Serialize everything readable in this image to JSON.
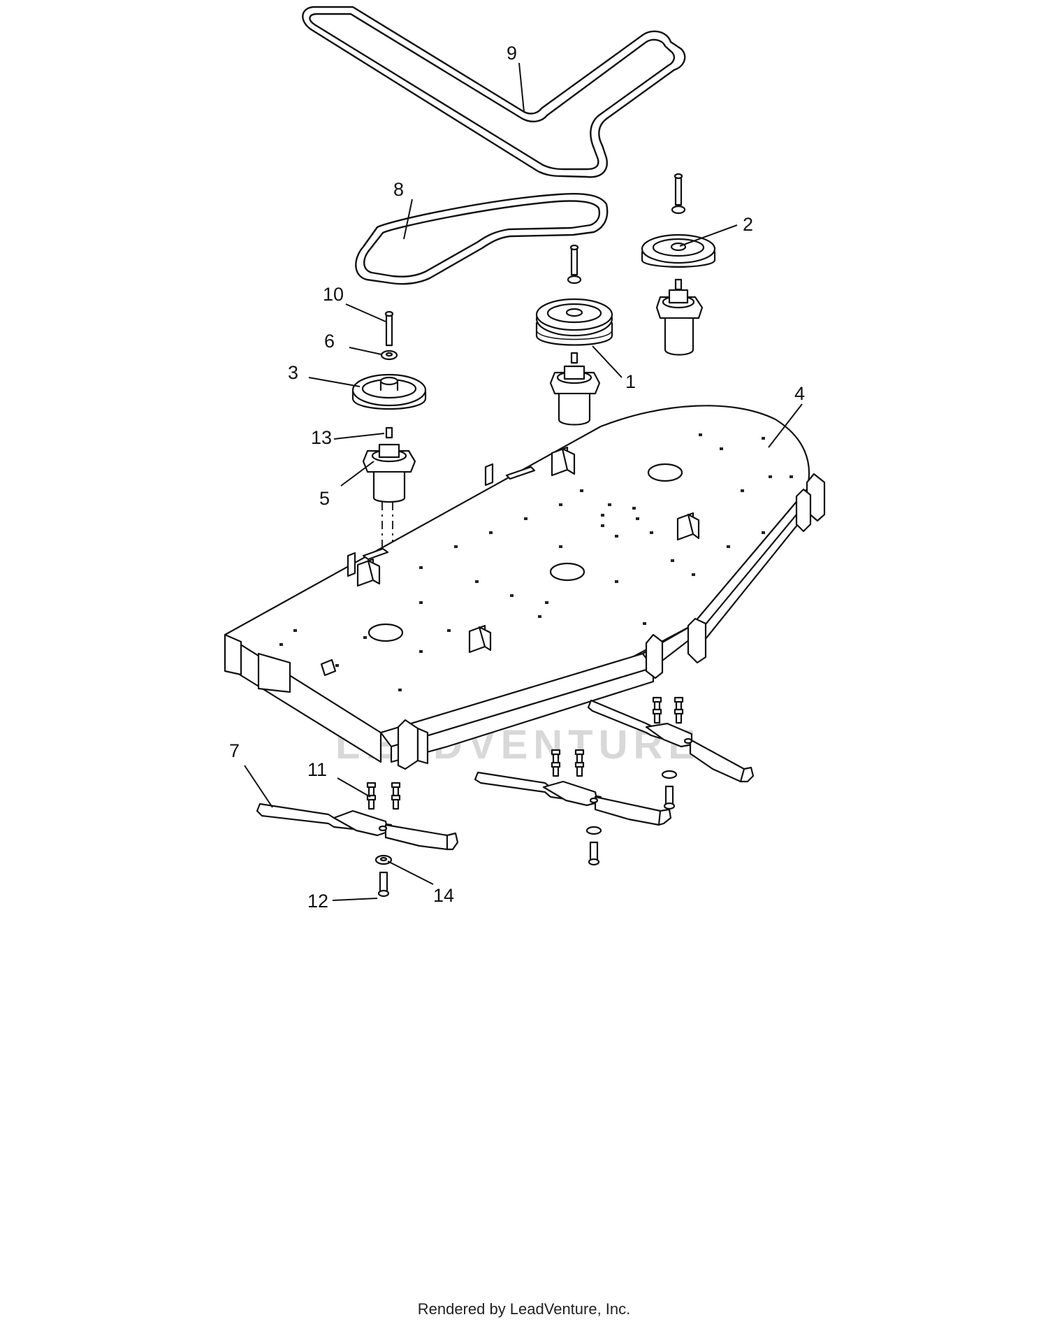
{
  "callouts": {
    "c1": "1",
    "c2": "2",
    "c3": "3",
    "c4": "4",
    "c5": "5",
    "c6": "6",
    "c7": "7",
    "c8": "8",
    "c9": "9",
    "c10": "10",
    "c11": "11",
    "c12": "12",
    "c13": "13",
    "c14": "14"
  },
  "footer": "Rendered by LeadVenture, Inc.",
  "watermark": "LEADVENTURE"
}
